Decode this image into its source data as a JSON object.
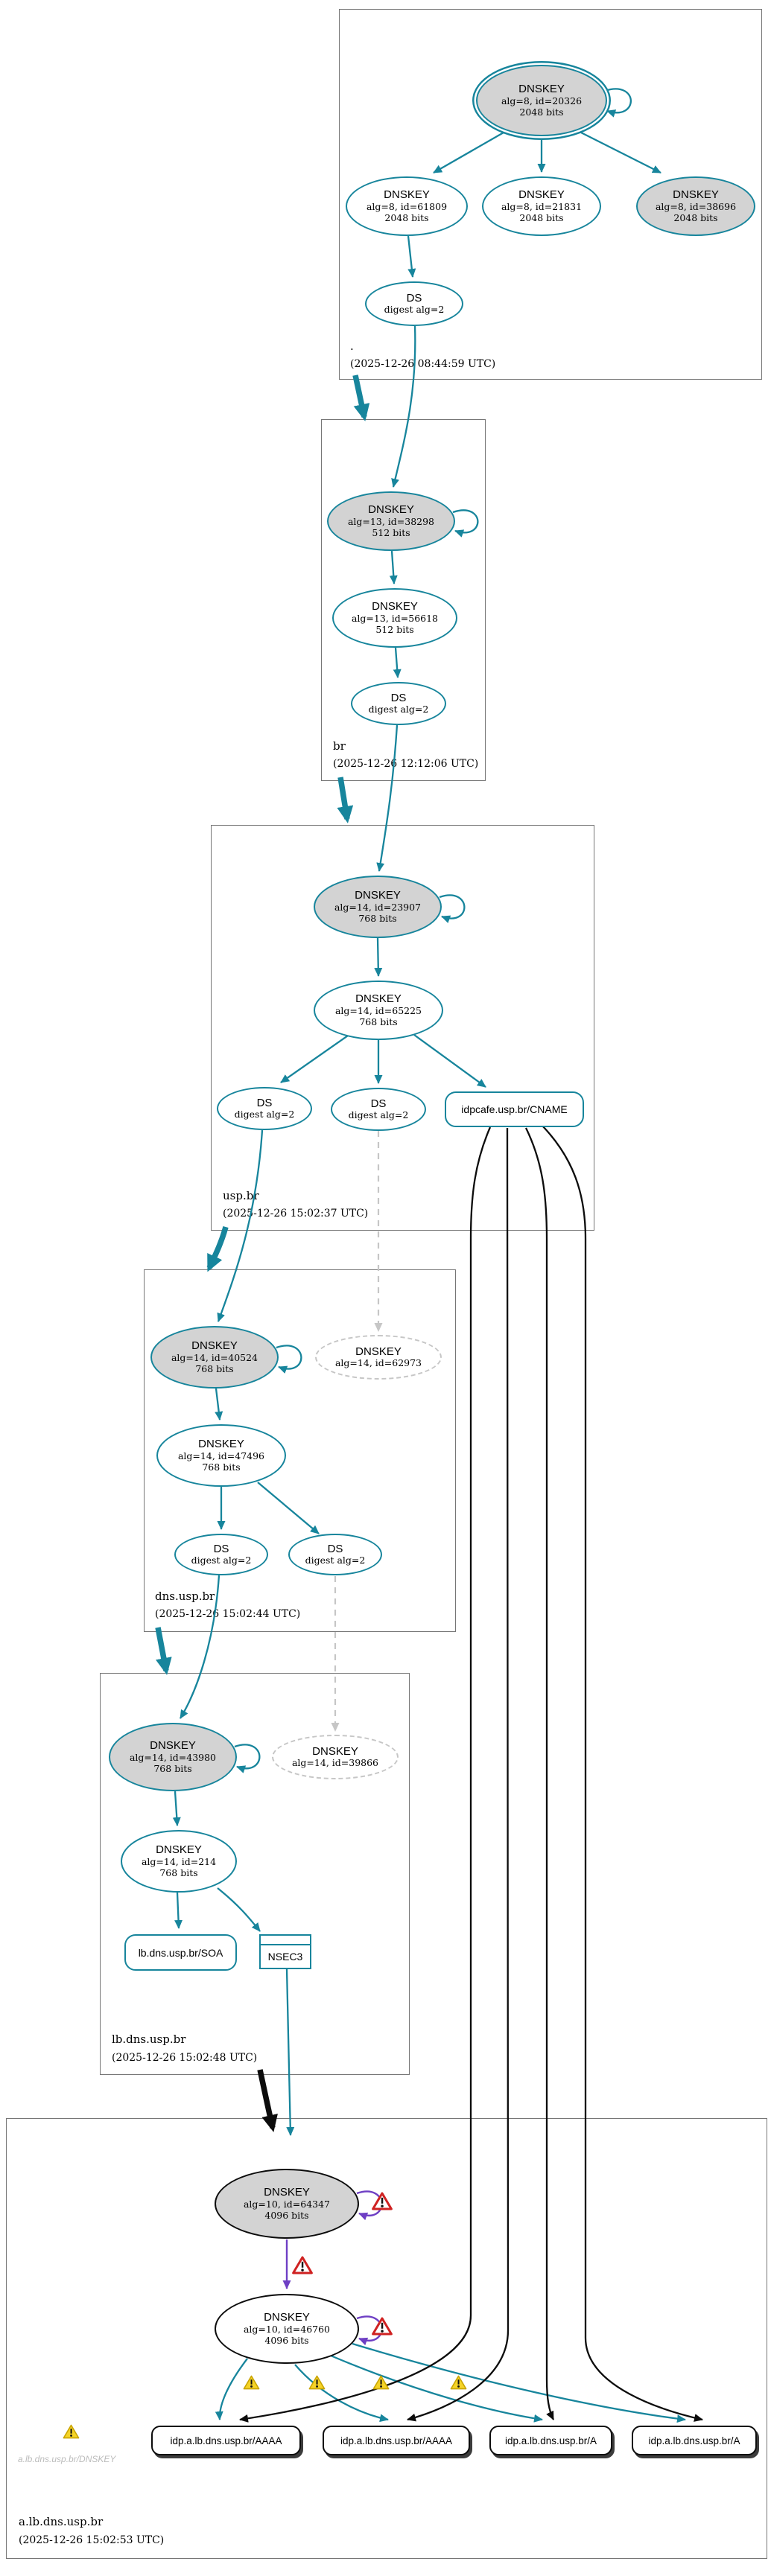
{
  "colors": {
    "secure_teal": "#17859C",
    "node_fill_gray": "#d3d3d3",
    "alias_black": "#0c0c0c",
    "missing_gray": "#c6c6c6",
    "error_purple": "#6e3fc4",
    "warning_yellow": "#f5d327",
    "error_red": "#cf2222"
  },
  "zones": [
    {
      "label": ".",
      "timestamp": "(2025-12-26 08:44:59 UTC)",
      "ksk": {
        "type": "DNSKEY",
        "meta": "alg=8, id=20326",
        "bits": "2048 bits"
      },
      "keys": [
        {
          "type": "DNSKEY",
          "meta": "alg=8, id=61809",
          "bits": "2048 bits"
        },
        {
          "type": "DNSKEY",
          "meta": "alg=8, id=21831",
          "bits": "2048 bits"
        },
        {
          "type": "DNSKEY",
          "meta": "alg=8, id=38696",
          "bits": "2048 bits"
        }
      ],
      "ds": {
        "type": "DS",
        "meta": "digest alg=2"
      }
    },
    {
      "label": "br",
      "timestamp": "(2025-12-26 12:12:06 UTC)",
      "ksk": {
        "type": "DNSKEY",
        "meta": "alg=13, id=38298",
        "bits": "512 bits"
      },
      "zsk": {
        "type": "DNSKEY",
        "meta": "alg=13, id=56618",
        "bits": "512 bits"
      },
      "ds": {
        "type": "DS",
        "meta": "digest alg=2"
      }
    },
    {
      "label": "usp.br",
      "timestamp": "(2025-12-26 15:02:37 UTC)",
      "ksk": {
        "type": "DNSKEY",
        "meta": "alg=14, id=23907",
        "bits": "768 bits"
      },
      "zsk": {
        "type": "DNSKEY",
        "meta": "alg=14, id=65225",
        "bits": "768 bits"
      },
      "ds1": {
        "type": "DS",
        "meta": "digest alg=2"
      },
      "ds2": {
        "type": "DS",
        "meta": "digest alg=2"
      },
      "cname": {
        "label": "idpcafe.usp.br/CNAME"
      }
    },
    {
      "label": "dns.usp.br",
      "timestamp": "(2025-12-26 15:02:44 UTC)",
      "ksk": {
        "type": "DNSKEY",
        "meta": "alg=14, id=40524",
        "bits": "768 bits"
      },
      "missing_key": {
        "type": "DNSKEY",
        "meta": "alg=14, id=62973"
      },
      "zsk": {
        "type": "DNSKEY",
        "meta": "alg=14, id=47496",
        "bits": "768 bits"
      },
      "ds1": {
        "type": "DS",
        "meta": "digest alg=2"
      },
      "ds2": {
        "type": "DS",
        "meta": "digest alg=2"
      }
    },
    {
      "label": "lb.dns.usp.br",
      "timestamp": "(2025-12-26 15:02:48 UTC)",
      "ksk": {
        "type": "DNSKEY",
        "meta": "alg=14, id=43980",
        "bits": "768 bits"
      },
      "missing_key": {
        "type": "DNSKEY",
        "meta": "alg=14, id=39866"
      },
      "zsk": {
        "type": "DNSKEY",
        "meta": "alg=14, id=214",
        "bits": "768 bits"
      },
      "soa": {
        "label": "lb.dns.usp.br/SOA"
      },
      "nsec3": {
        "label": "NSEC3"
      }
    },
    {
      "label": "a.lb.dns.usp.br",
      "timestamp": "(2025-12-26 15:02:53 UTC)",
      "ksk": {
        "type": "DNSKEY",
        "meta": "alg=10, id=64347",
        "bits": "4096 bits"
      },
      "zsk": {
        "type": "DNSKEY",
        "meta": "alg=10, id=46760",
        "bits": "4096 bits"
      },
      "ghost": {
        "label": "a.lb.dns.usp.br/DNSKEY"
      },
      "rrsets": [
        {
          "label": "idp.a.lb.dns.usp.br/AAAA"
        },
        {
          "label": "idp.a.lb.dns.usp.br/AAAA"
        },
        {
          "label": "idp.a.lb.dns.usp.br/A"
        },
        {
          "label": "idp.a.lb.dns.usp.br/A"
        }
      ]
    }
  ]
}
